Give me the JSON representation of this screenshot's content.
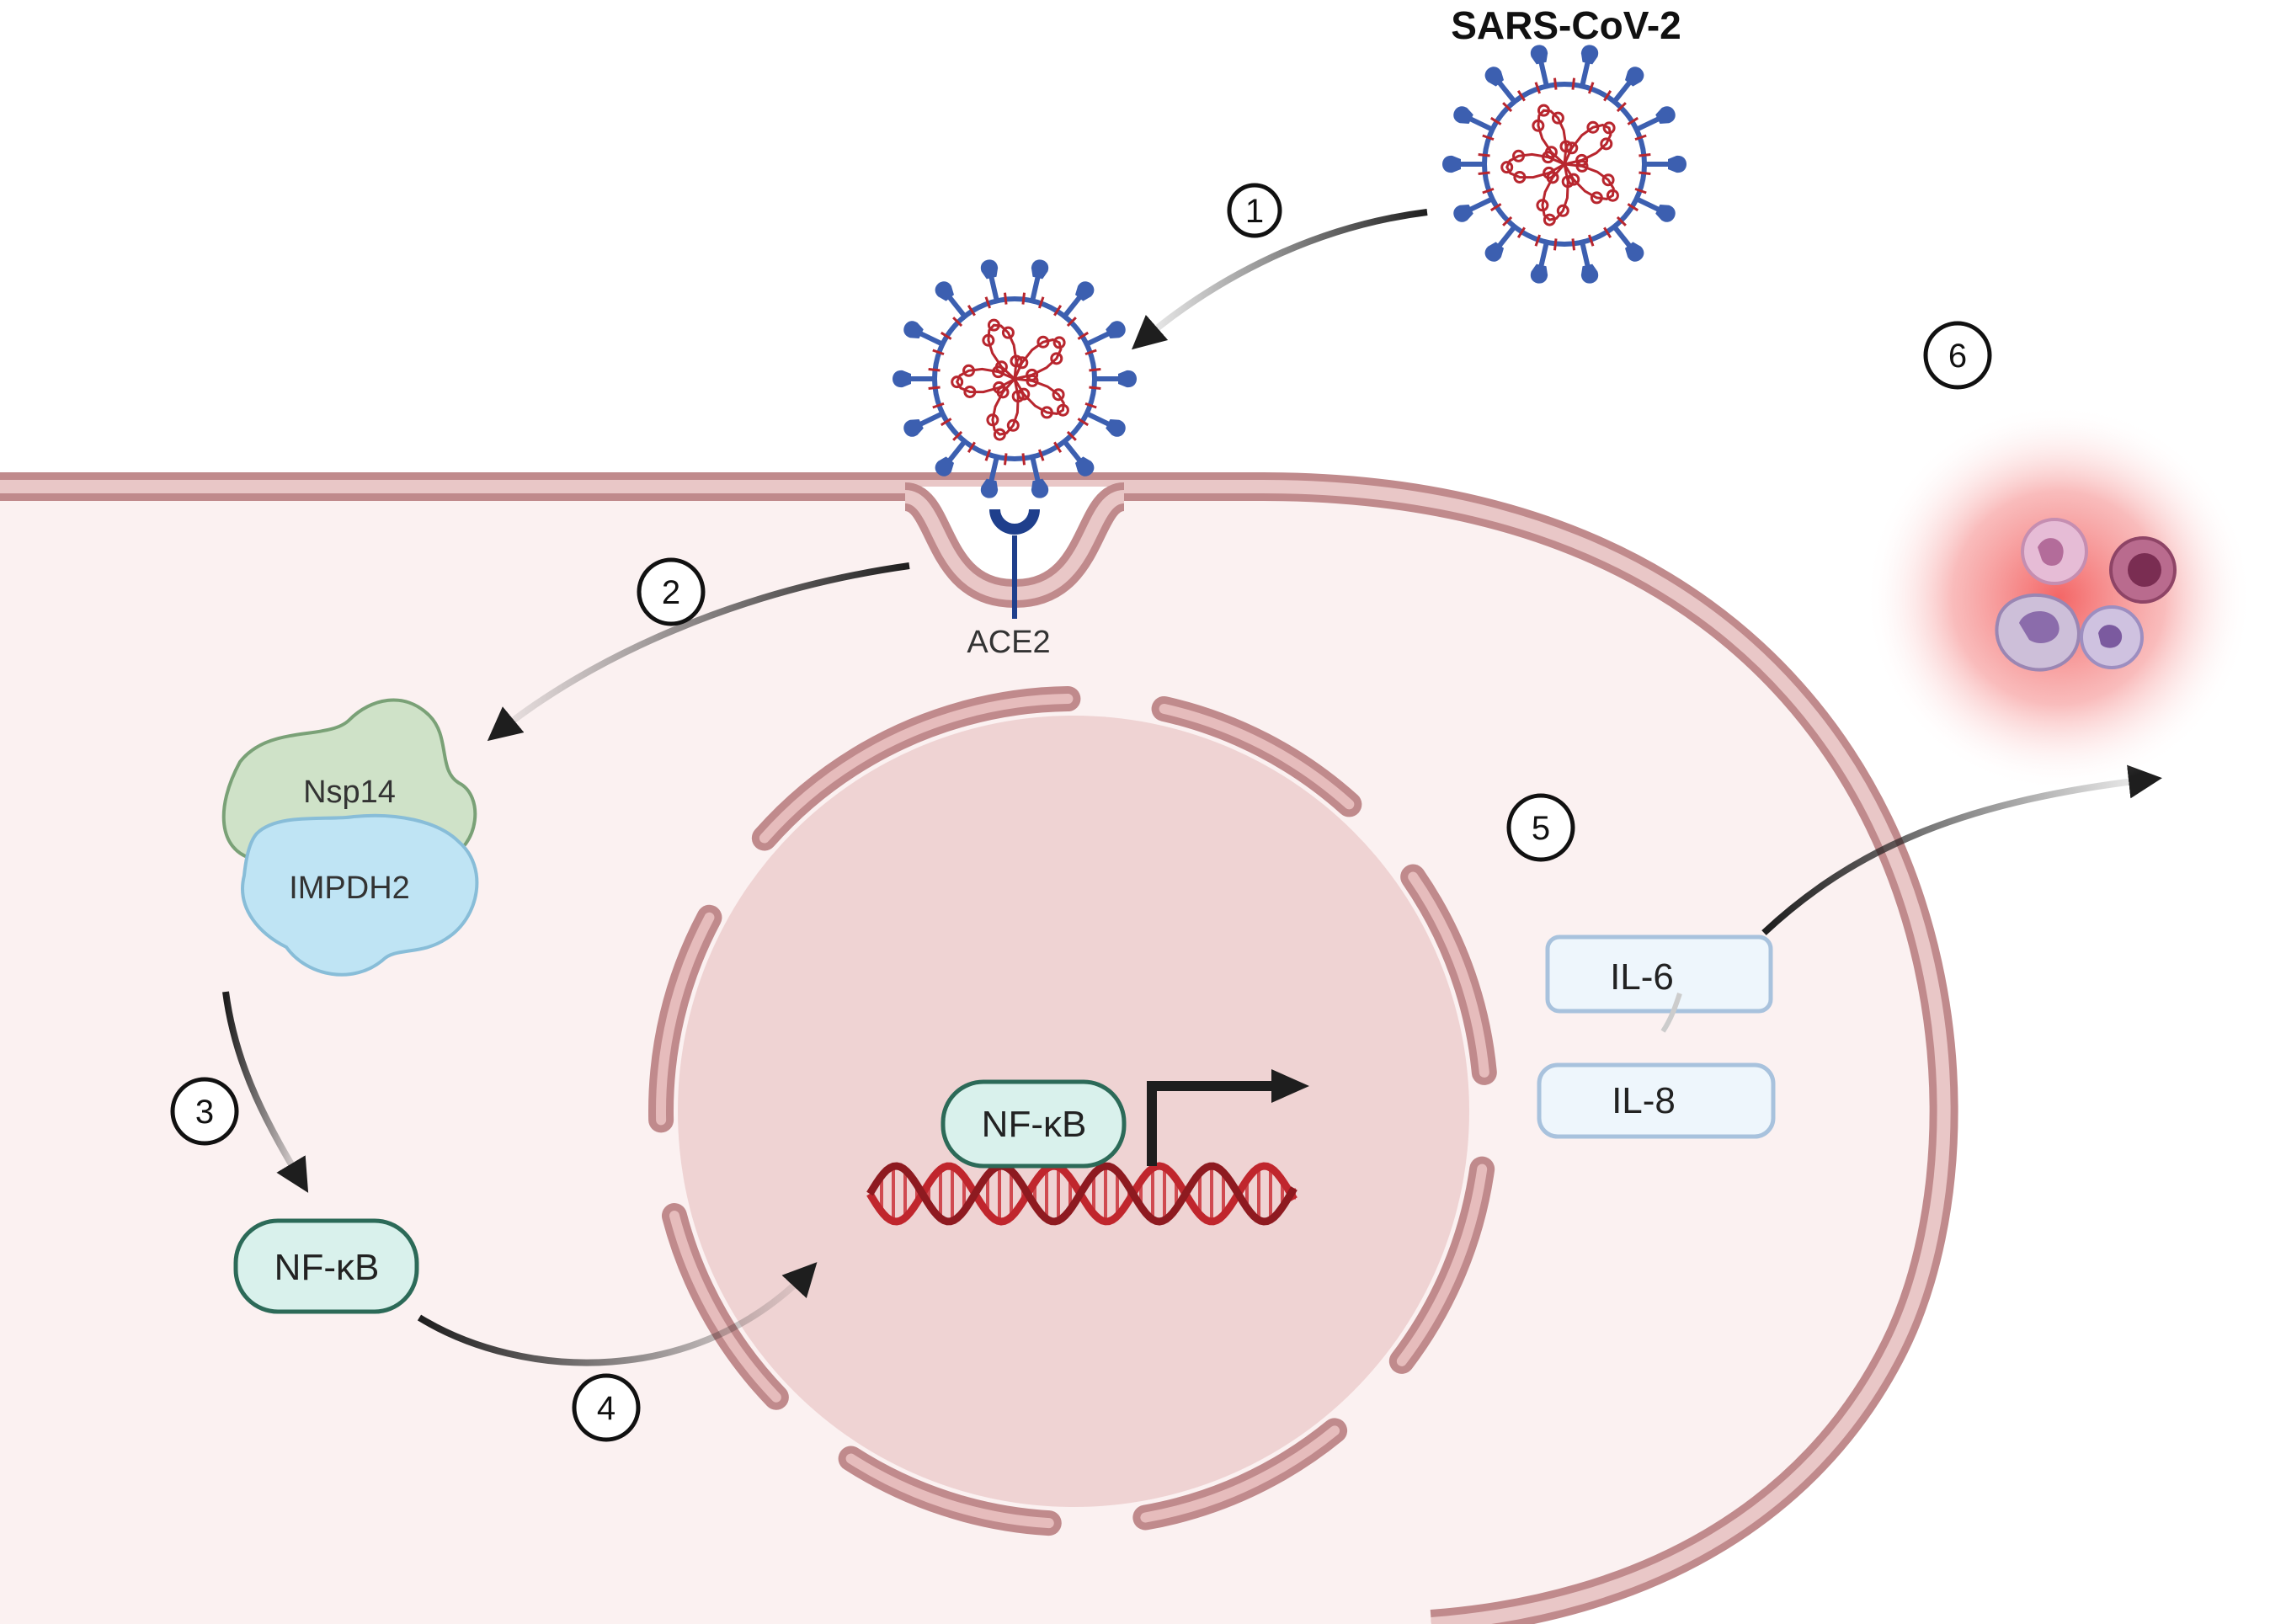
{
  "labels": {
    "virus_name": "SARS-CoV-2",
    "receptor": "ACE2",
    "protein_top": "Nsp14",
    "protein_bottom": "IMPDH2",
    "nfkb_cytoplasm": "NF-κB",
    "nfkb_nucleus": "NF-κB",
    "cytokine_1": "IL-6",
    "cytokine_2": "IL-8"
  },
  "steps": [
    "1",
    "2",
    "3",
    "4",
    "5",
    "6"
  ],
  "colors": {
    "cell_membrane": "#c08a8c",
    "cytoplasm": "#fbf1f1",
    "nucleus": "#efd3d3",
    "virus_spike": "#3c5fb0",
    "virus_rna": "#b8262e",
    "nsp14": "#cfe2c8",
    "impdh2": "#bfe4f4",
    "nfkb_fill": "#d9f1ec",
    "nfkb_stroke": "#2c6a58",
    "cytokine_fill": "#eef6fc",
    "cytokine_stroke": "#a8c2dd",
    "dna": "#c0262d",
    "inflammation_glow": "#f24b4b"
  }
}
